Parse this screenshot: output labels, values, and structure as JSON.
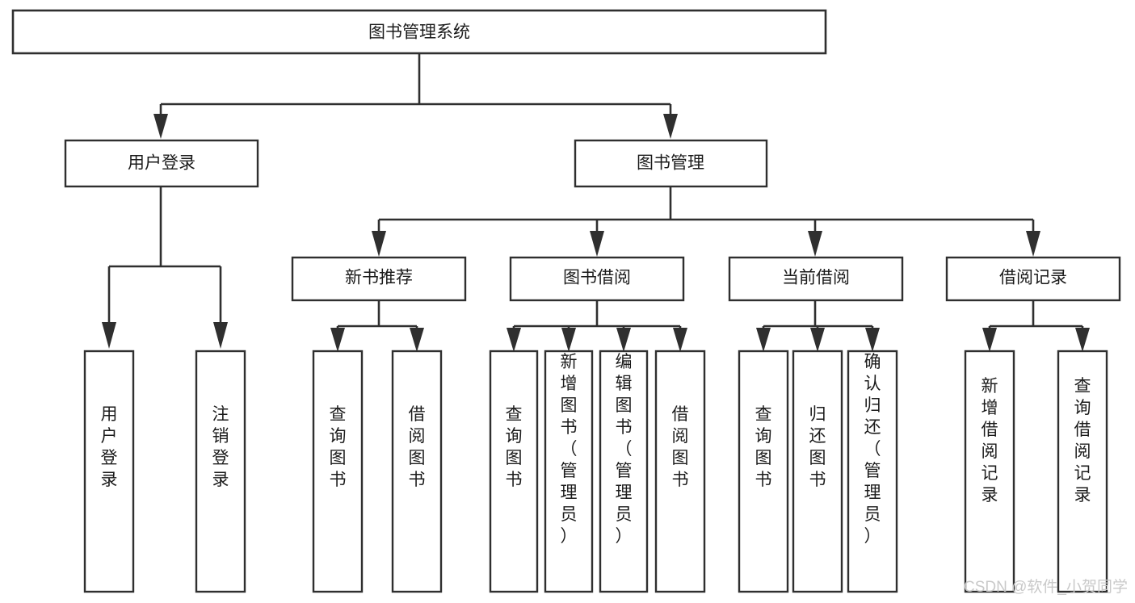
{
  "diagram": {
    "title_node": {
      "id": "root",
      "label": "图书管理系统",
      "orientation": "horizontal"
    },
    "level1": [
      {
        "id": "user-login",
        "label": "用户登录",
        "orientation": "horizontal"
      },
      {
        "id": "book-management",
        "label": "图书管理",
        "orientation": "horizontal"
      }
    ],
    "level2": [
      {
        "id": "new-book-recommend",
        "label": "新书推荐",
        "orientation": "horizontal"
      },
      {
        "id": "book-borrow",
        "label": "图书借阅",
        "orientation": "horizontal"
      },
      {
        "id": "current-borrow",
        "label": "当前借阅",
        "orientation": "horizontal"
      },
      {
        "id": "borrow-record",
        "label": "借阅记录",
        "orientation": "horizontal"
      }
    ],
    "leaves": [
      {
        "id": "leaf-user-login",
        "label": "用户登录",
        "parent": "user-login",
        "orientation": "vertical"
      },
      {
        "id": "leaf-logout-login",
        "label": "注销登录",
        "parent": "user-login",
        "orientation": "vertical"
      },
      {
        "id": "leaf-query-book-1",
        "label": "查询图书",
        "parent": "new-book-recommend",
        "orientation": "vertical"
      },
      {
        "id": "leaf-borrow-book-1",
        "label": "借阅图书",
        "parent": "new-book-recommend",
        "orientation": "vertical"
      },
      {
        "id": "leaf-query-book-2",
        "label": "查询图书",
        "parent": "book-borrow",
        "orientation": "vertical"
      },
      {
        "id": "leaf-add-book-admin",
        "label": "新增图书（管理员）",
        "parent": "book-borrow",
        "orientation": "vertical"
      },
      {
        "id": "leaf-edit-book-admin",
        "label": "编辑图书（管理员）",
        "parent": "book-borrow",
        "orientation": "vertical"
      },
      {
        "id": "leaf-borrow-book-2",
        "label": "借阅图书",
        "parent": "book-borrow",
        "orientation": "vertical"
      },
      {
        "id": "leaf-query-book-3",
        "label": "查询图书",
        "parent": "current-borrow",
        "orientation": "vertical"
      },
      {
        "id": "leaf-return-book",
        "label": "归还图书",
        "parent": "current-borrow",
        "orientation": "vertical"
      },
      {
        "id": "leaf-confirm-return-admin",
        "label": "确认归还（管理员）",
        "parent": "current-borrow",
        "orientation": "vertical"
      },
      {
        "id": "leaf-add-borrow-record",
        "label": "新增借阅记录",
        "parent": "borrow-record",
        "orientation": "vertical"
      },
      {
        "id": "leaf-query-borrow-record",
        "label": "查询借阅记录",
        "parent": "borrow-record",
        "orientation": "vertical"
      }
    ],
    "colors": {
      "box_stroke": "#2f2f2f",
      "box_fill": "#ffffff",
      "text": "#1b1b1b",
      "connector": "#2f2f2f",
      "watermark": "#c9c9c9",
      "background": "#ffffff"
    }
  },
  "watermark": {
    "label": "CSDN @软件_小贺同学"
  }
}
